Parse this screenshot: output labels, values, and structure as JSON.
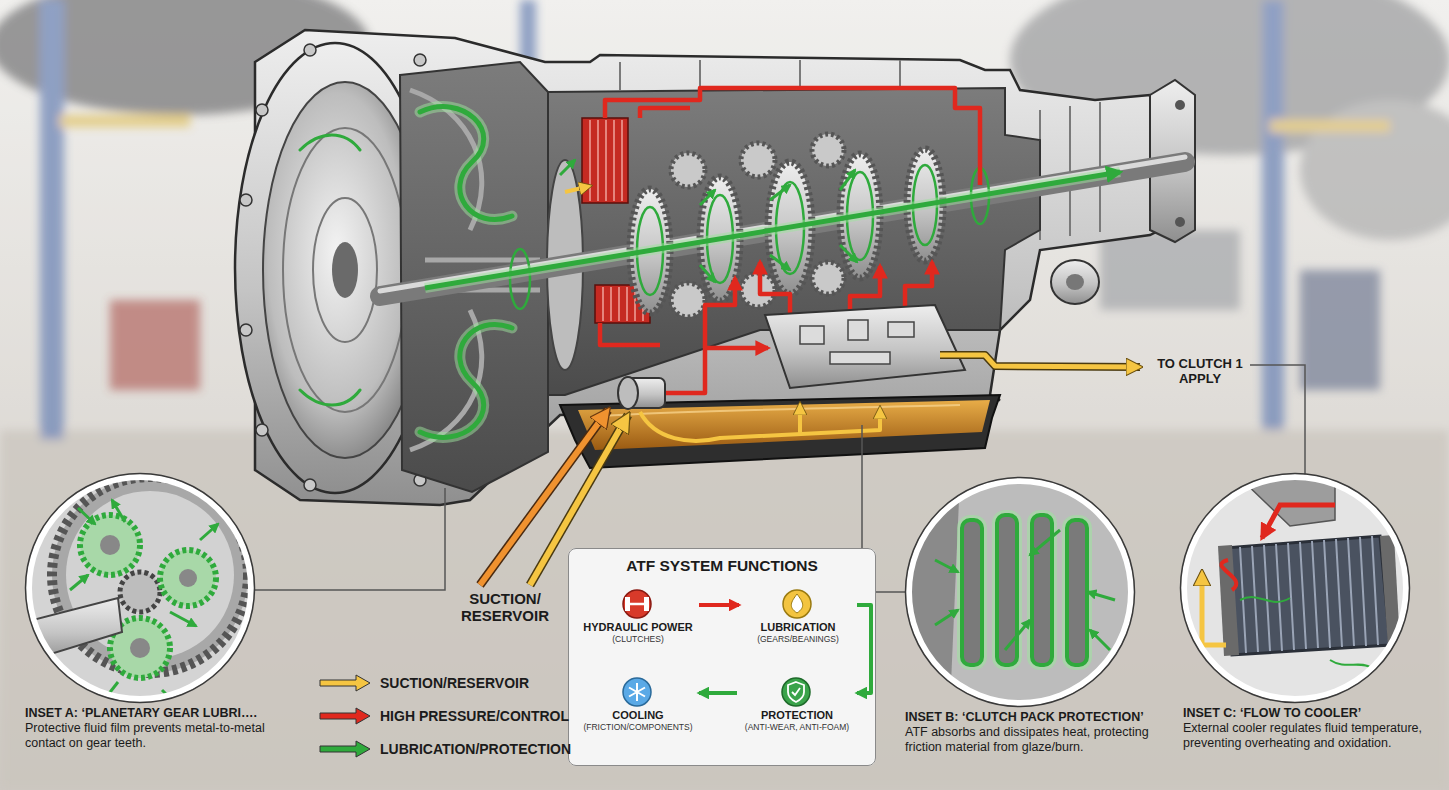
{
  "diagram": {
    "nodes": [
      {
        "text": [
          "INSET A: ‘PLANETARY GEAR LUBRI….",
          "Protective fluid film prevents metal-to-metal contact on gear teeth."
        ]
      },
      {
        "text": [
          "ATF SYSTEM FUNCTIONS"
        ]
      },
      {
        "text": [
          "HYDRAULIC POWER",
          "(CLUTCHES)"
        ],
        "in": 1
      },
      {
        "text": [
          "LUBRICATION",
          "(GEARS/BEANINGS)"
        ],
        "in": 1
      },
      {
        "text": [
          "COOLING",
          "(FRICTION/COMPONENTS)"
        ],
        "in": 1
      },
      {
        "text": [
          "PROTECTION",
          "(ANTI-WEAR, ANTI-FOAM)"
        ],
        "in": 1
      },
      {
        "text": [
          "INSET B: ‘CLUTCH PACK PROTECTION’",
          "ATF absorbs and dissipates heat, protecting friction material from glaze/burn."
        ]
      },
      {
        "text": [
          "INSET C: ‘FLOW TO COOLER’",
          "External cooler regulates fluid temperature, preventing overheating and oxidation."
        ]
      }
    ],
    "edges": [
      {
        "from": 2,
        "to": 3,
        "arrow": "to"
      },
      {
        "from": 3,
        "to": 5,
        "arrow": "to"
      },
      {
        "from": 5,
        "to": 4,
        "arrow": "to"
      }
    ],
    "labels": [
      "TO CLUTCH 1 APPLY",
      "SUCTION/ RESERVOIR"
    ],
    "legend": [
      {
        "text": "SUCTION/RESERVOIR",
        "color": "#f5c542"
      },
      {
        "text": "HIGH PRESSURE/CONTROL",
        "color": "#e0281e"
      },
      {
        "text": "LUBRICATION/PROTECTION",
        "color": "#2faa3c"
      }
    ]
  }
}
